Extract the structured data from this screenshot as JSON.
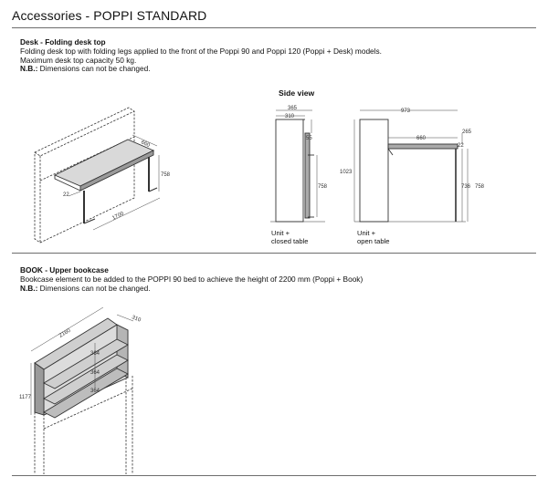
{
  "page": {
    "title": "Accessories - POPPI STANDARD"
  },
  "desk": {
    "heading": "Desk - Folding desk top",
    "line1": "Folding desk top with folding legs applied to the front of the Poppi 90 and Poppi 120 (Poppi + Desk) models.",
    "line2": "Maximum desk top capacity 50 kg.",
    "nb_label": "N.B.:",
    "nb_text": " Dimensions can not be changed.",
    "side_view": "Side view",
    "iso_dims": {
      "d660": "660",
      "d758": "758",
      "d22": "22",
      "d1700": "1700"
    },
    "closed": {
      "d365": "365",
      "d310": "310",
      "d55": "55",
      "d758": "758",
      "cap1": "Unit +",
      "cap2": "closed table"
    },
    "open": {
      "d973": "973",
      "d660": "660",
      "d265": "265",
      "d22": "22",
      "d1023": "1023",
      "d736": "736",
      "d758": "758",
      "cap1": "Unit +",
      "cap2": "open table"
    }
  },
  "book": {
    "heading": "BOOK - Upper bookcase",
    "line1": "Bookcase element to be added to the POPPI 90 bed to achieve the height of 2200 mm (Poppi + Book)",
    "nb_label": "N.B.:",
    "nb_text": " Dimensions can not be changed.",
    "dims": {
      "d2160": "2160",
      "d310": "310",
      "d1177": "1177",
      "d364a": "364",
      "d364b": "364",
      "d364c": "364"
    }
  }
}
